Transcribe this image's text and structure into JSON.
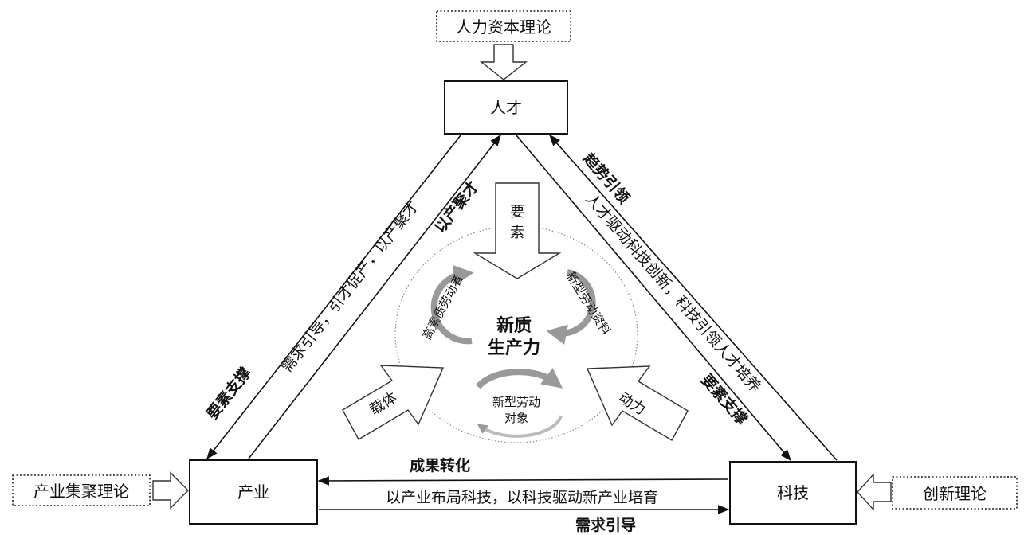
{
  "nodes": {
    "talent": "人才",
    "industry": "产业",
    "technology": "科技"
  },
  "theories": {
    "human_capital": "人力资本理论",
    "industrial_cluster": "产业集聚理论",
    "innovation": "创新理论"
  },
  "left_side": {
    "outer_bold": "要素支撑",
    "outer_text": "需求引导，引才促产，以产聚才",
    "inner_bold": "以产聚才"
  },
  "right_side": {
    "top_bold": "趋势引领",
    "outer_text": "人才驱动科技创新，科技引领人才培养",
    "inner_bold": "要素支撑"
  },
  "bottom_side": {
    "top_bold": "成果转化",
    "middle_text": "以产业布局科技，以科技驱动新产业培育",
    "bottom_bold": "需求引导"
  },
  "center": {
    "line1": "新质",
    "line2": "生产力",
    "element_label": "要素",
    "carrier_label": "载体",
    "power_label": "动力",
    "laborer": "高素质劳动者",
    "means": "新型劳动资料",
    "object_line1": "新型劳动",
    "object_line2": "对象"
  }
}
